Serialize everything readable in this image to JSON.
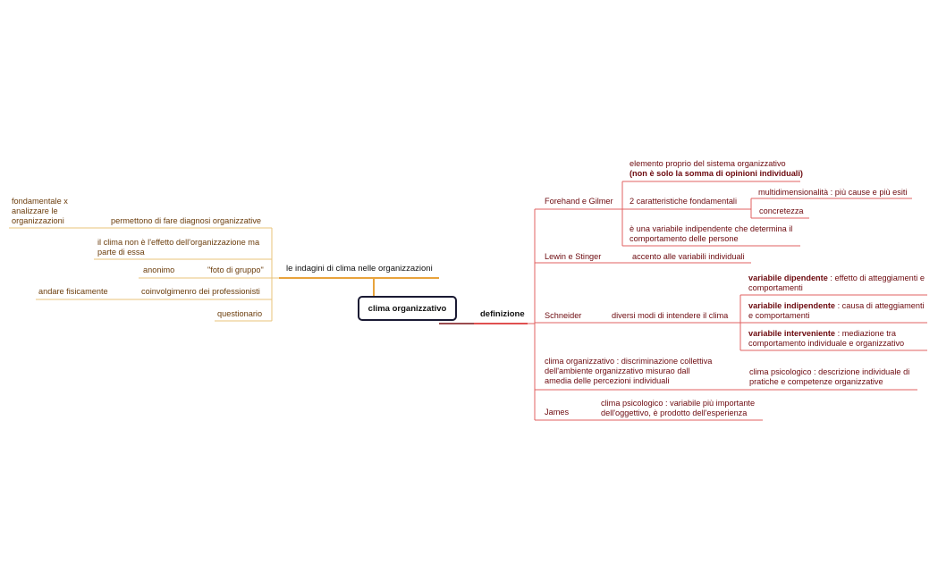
{
  "center": "clima organizzativo",
  "left": {
    "title": "le indagini di clima nelle organizzazioni",
    "diagnosi": "permettono di fare diagnosi organizzative",
    "fondamentale": [
      "fondamentale x",
      "analizzare le",
      "organizzazioni"
    ],
    "effetto": [
      "il clima non è l'effetto dell'organizzazione ma",
      "parte di essa"
    ],
    "foto": "\"foto di gruppo\"",
    "anonimo": "anonimo",
    "coinvolgimento": "coinvolgimenro dei professionisti",
    "andare": "andare fisicamente",
    "questionario": "questionario"
  },
  "right": {
    "title": "definizione",
    "forehand": "Forehand e Gilmer",
    "elemento": [
      "elemento proprio del sistema organizzativo",
      "(non è solo la somma di opinioni individuali)"
    ],
    "caratteristiche": "2 caratteristiche fondamentali",
    "multi": "multidimensionalità : più cause e più esiti",
    "concretezza": "concretezza",
    "variabile": [
      "è una variabile indipendente che determina il",
      "comportamento delle persone"
    ],
    "lewin": "Lewin e Stinger",
    "accento": "accento alle variabili individuali",
    "schneider": "Schneider",
    "diversi": "diversi modi di intendere il clima",
    "dip": {
      "bold": "variabile dipendente",
      "rest": " : effetto di atteggiamenti e",
      "line2": "comportamenti"
    },
    "indip": {
      "bold": "variabile indipendente",
      "rest": " : causa di atteggiamenti",
      "line2": "e comportamenti"
    },
    "interv": {
      "bold": "variabile interveniente",
      "rest": " : mediazione tra",
      "line2": "comportamento individuale e organizzativo"
    },
    "clima_org": [
      "clima organizzativo : discriminazione collettiva",
      "dell'ambiente organizzativo misurao dall",
      "amedia delle percezioni individuali"
    ],
    "clima_psi1": [
      "clima psicologico : descrizione individuale di",
      "pratiche e competenze organizzative"
    ],
    "james": "James",
    "clima_psi2": [
      "clima psicologico : variabile più importante",
      "dell'oggettivo, è prodotto dell'esperienza"
    ]
  }
}
